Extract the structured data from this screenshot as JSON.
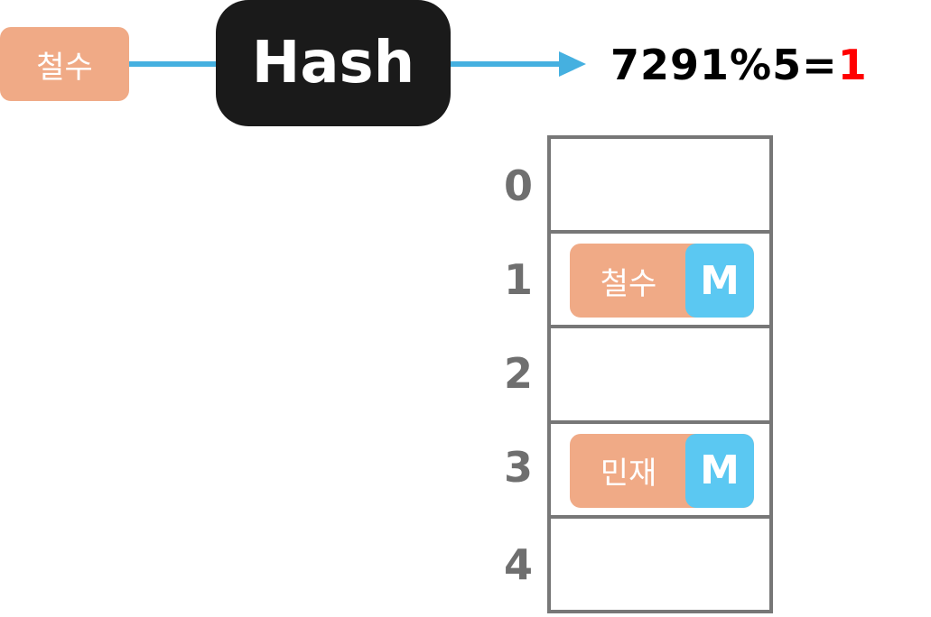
{
  "input_key": "철수",
  "hash_function_label": "Hash",
  "equation": {
    "hash_value": "7291",
    "operator": "%",
    "modulus": "5",
    "equals": "=",
    "result": "1"
  },
  "table": {
    "indices": [
      "0",
      "1",
      "2",
      "3",
      "4"
    ],
    "entries": {
      "1": {
        "key": "철수",
        "value": "M"
      },
      "3": {
        "key": "민재",
        "value": "M"
      }
    }
  },
  "colors": {
    "key_chip": "#f0aa86",
    "value_chip": "#5bc8f2",
    "hash_box": "#1a1a1a",
    "arrow": "#45b0e0",
    "result_highlight": "#ff0000",
    "table_border": "#777777"
  }
}
